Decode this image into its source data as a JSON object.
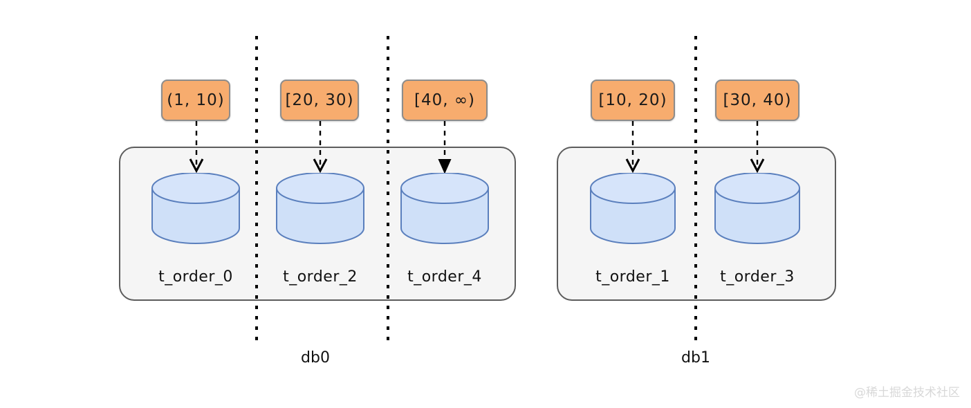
{
  "diagram": {
    "title": "Database sharding range routing diagram",
    "colors": {
      "range_box_fill": "#f7ac6e",
      "range_box_border": "#8c8c8c",
      "container_fill": "#f5f5f5",
      "container_border": "#5c5c5c",
      "cylinder_fill": "#cfe0f8",
      "cylinder_top_fill": "#d6e4fa",
      "cylinder_border": "#5a7fbd",
      "divider_color": "#000000",
      "text_color": "#111111",
      "watermark_color": "#d8d8d8",
      "background": "#ffffff"
    },
    "databases": [
      {
        "name": "db0",
        "caption": "db0",
        "shards": [
          {
            "range_label": "(1,  10)",
            "table_label": "t_order_0"
          },
          {
            "range_label": "[20,  30)",
            "table_label": "t_order_2"
          },
          {
            "range_label": "[40,  ∞)",
            "table_label": "t_order_4"
          }
        ]
      },
      {
        "name": "db1",
        "caption": "db1",
        "shards": [
          {
            "range_label": "[10,  20)",
            "table_label": "t_order_1"
          },
          {
            "range_label": "[30,  40)",
            "table_label": "t_order_3"
          }
        ]
      }
    ],
    "watermark": "@稀土掘金技术社区"
  }
}
